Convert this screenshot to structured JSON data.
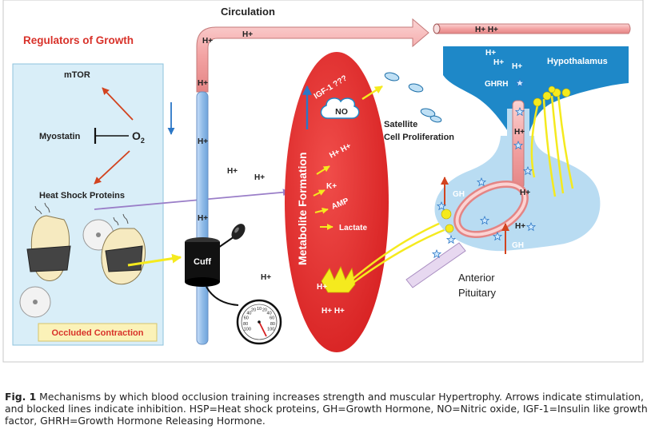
{
  "diagram": {
    "circulation": "Circulation",
    "regulators_title": "Regulators of Growth",
    "mtor": "mTOR",
    "myostatin": "Myostatin",
    "o2": "O",
    "o2_sub": "2",
    "hsp": "Heat Shock Proteins",
    "occluded": "Occluded Contraction",
    "cuff": "Cuff",
    "hplus": "H+",
    "hplus_pair": "H+  H+",
    "hplus_pair_tight": "H+ H+",
    "metabolite": "Metabolite  Formation",
    "k": "K+",
    "amp": "AMP",
    "lactate": "Lactate",
    "igf": "IGF-1 ???",
    "no": "NO",
    "satellite_1": "Satellite",
    "satellite_2": "Cell Proliferation",
    "hypothalamus": "Hypothalamus",
    "ghrh": "GHRH",
    "gh": "GH",
    "anterior": "Anterior",
    "pituitary": "Pituitary",
    "gauge_ticks": [
      "100",
      "80",
      "60",
      "40",
      "20",
      "10",
      "20",
      "40",
      "60",
      "80",
      "100"
    ]
  },
  "caption": {
    "label": "Fig. 1",
    "text": " Mechanisms by which blood occlusion training increases strength and muscular Hypertrophy. Arrows indicate stimulation, and blocked lines indicate inhibition. HSP=Heat shock proteins, GH=Growth Hormone, NO=Nitric oxide, IGF-1=Insulin like growth factor, GHRH=Growth Hormone Releasing Hormone."
  },
  "colors": {
    "red_oval": "#e8302f",
    "vessel_pink": "#f4a6a6",
    "vessel_blue": "#9ec3ea",
    "hypothalamus": "#1e88c8",
    "pituitary": "#b9dcf2",
    "panel": "#d9eef8",
    "yellow": "#f5ea1e",
    "title_red": "#d8322a"
  }
}
